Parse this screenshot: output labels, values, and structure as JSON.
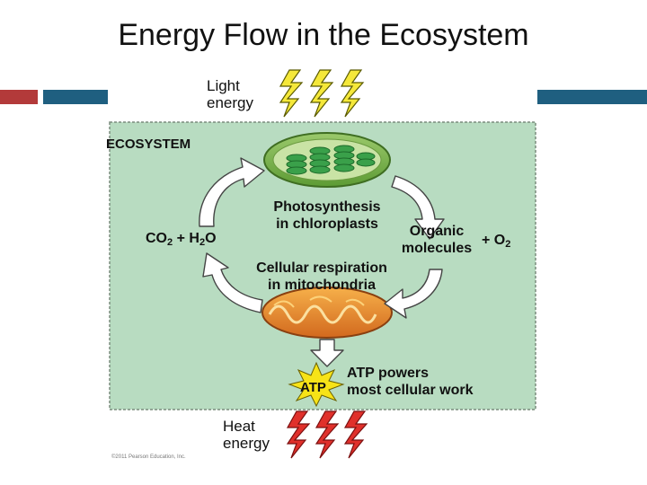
{
  "title": "Energy Flow in the Ecosystem",
  "colors": {
    "red_bar": "#b33a3a",
    "blue_bar": "#1f5f80",
    "ecosystem_bg": "#b8dcc1",
    "bolt_yellow": "#f5e83a",
    "bolt_red": "#e0302b",
    "arrow_fill": "#ffffff"
  },
  "labels": {
    "light_energy_line1": "Light",
    "light_energy_line2": "energy",
    "ecosystem": "ECOSYSTEM",
    "co2": "CO",
    "co2_sub": "2",
    "plus1": "+",
    "h2o_h": "H",
    "h2o_sub": "2",
    "h2o_o": "O",
    "photosynthesis_line1": "Photosynthesis",
    "photosynthesis_line2": "in chloroplasts",
    "organic_line1": "Organic",
    "organic_line2": "molecules",
    "plus2": "+",
    "o2": "O",
    "o2_sub": "2",
    "respiration_line1": "Cellular respiration",
    "respiration_line2": "in mitochondria",
    "atp": "ATP",
    "atp_powers_line1": "ATP powers",
    "atp_powers_line2": "most cellular work",
    "heat_line1": "Heat",
    "heat_line2": "energy",
    "copyright": "©2011 Pearson Education, Inc."
  }
}
